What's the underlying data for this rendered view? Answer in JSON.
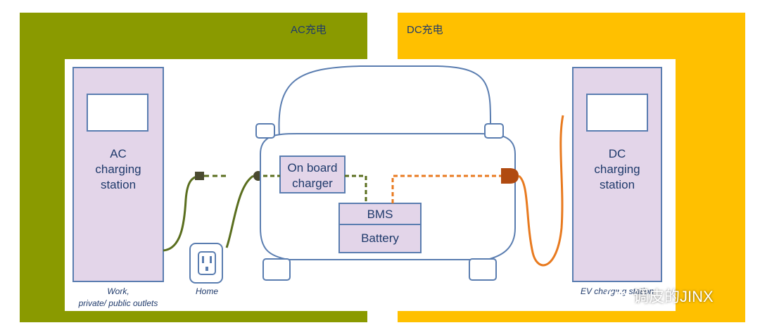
{
  "panels": {
    "ac": {
      "label": "AC充电",
      "color": "#8a9a00"
    },
    "dc": {
      "label": "DC充电",
      "color": "#ffc000"
    }
  },
  "diagram": {
    "ac_station": {
      "lines": [
        "AC",
        "charging",
        "station"
      ]
    },
    "dc_station": {
      "lines": [
        "DC",
        "charging",
        "station"
      ]
    },
    "onboard_charger": {
      "lines": [
        "On board",
        "charger"
      ]
    },
    "bms": "BMS",
    "battery": "Battery",
    "captions": {
      "work": [
        "Work,",
        "private/ public outlets"
      ],
      "home": "Home",
      "ev_station": "EV charging station"
    },
    "colors": {
      "station_fill": "#e3d5e9",
      "outline": "#5a7db0",
      "ac_cable": "#5a6e1e",
      "dc_cable": "#e87a1f",
      "dc_plug": "#b04a10"
    }
  },
  "watermark": {
    "text": "调皮的JINX",
    "icon": "wechat-icon"
  }
}
